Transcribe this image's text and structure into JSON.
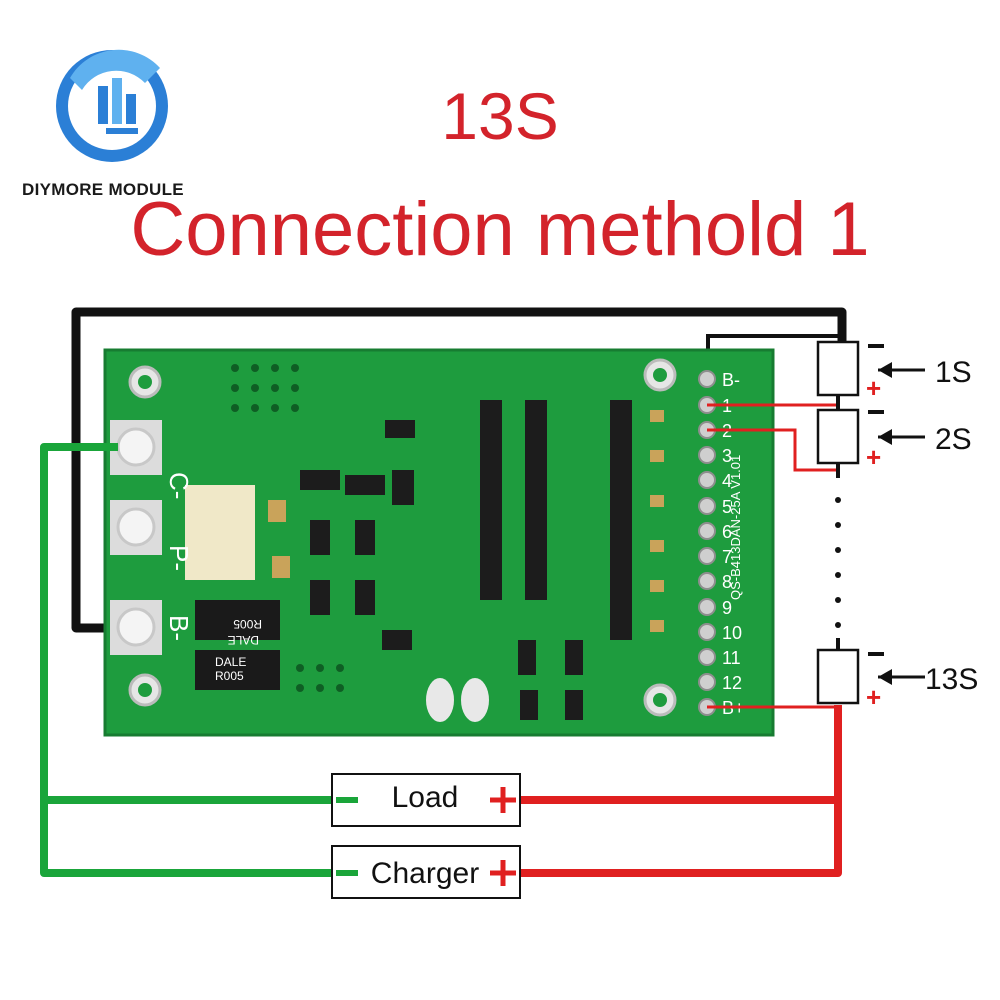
{
  "logo": {
    "text": "DIYMORE MODULE"
  },
  "title": {
    "line1": "13S",
    "line2": "Connection methold 1"
  },
  "board": {
    "left_pads": [
      "C-",
      "P-",
      "B-"
    ],
    "resistor_marks": [
      "R005",
      "DALE",
      "DALE",
      "R005"
    ],
    "header_labels": [
      "B-",
      "1",
      "2",
      "3",
      "4",
      "5",
      "6",
      "7",
      "8",
      "9",
      "10",
      "11",
      "12",
      "B+"
    ],
    "silkscreen": "QS-B413DAN-25A V1.01"
  },
  "cells": [
    {
      "label": "1S"
    },
    {
      "label": "2S"
    },
    {
      "label": "13S"
    }
  ],
  "boxes": {
    "load": {
      "label": "Load",
      "minus": "-",
      "plus": "+"
    },
    "charger": {
      "label": "Charger",
      "minus": "-",
      "plus": "+"
    }
  },
  "colors": {
    "title": "#d3232b",
    "pcb": "#1e9c3e",
    "green_wire": "#1aa53a",
    "red_wire": "#e02020",
    "black_wire": "#111111"
  }
}
